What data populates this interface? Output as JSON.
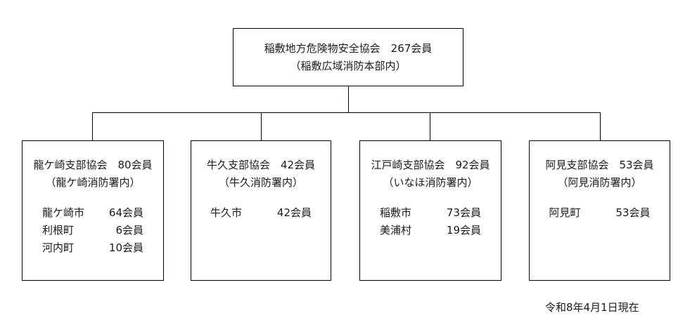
{
  "diagram": {
    "root": {
      "title": "稲敷地方危険物安全協会　267会員",
      "subtitle": "（稲敷広域消防本部内）"
    },
    "branches": [
      {
        "title": "龍ケ崎支部協会　80会員",
        "subtitle": "（龍ケ崎消防署内）",
        "details": [
          {
            "name": "龍ケ崎市",
            "count": "64会員"
          },
          {
            "name": "利根町",
            "count": "6会員"
          },
          {
            "name": "河内町",
            "count": "10会員"
          }
        ]
      },
      {
        "title": "牛久支部協会　42会員",
        "subtitle": "（牛久消防署内）",
        "details": [
          {
            "name": "牛久市",
            "count": "42会員"
          }
        ]
      },
      {
        "title": "江戸崎支部協会　92会員",
        "subtitle": "（いなほ消防署内）",
        "details": [
          {
            "name": "稲敷市",
            "count": "73会員"
          },
          {
            "name": "美浦村",
            "count": "19会員"
          }
        ]
      },
      {
        "title": "阿見支部協会　53会員",
        "subtitle": "（阿見消防署内）",
        "details": [
          {
            "name": "阿見町",
            "count": "53会員"
          }
        ]
      }
    ],
    "footer": "令和8年4月1日現在"
  }
}
